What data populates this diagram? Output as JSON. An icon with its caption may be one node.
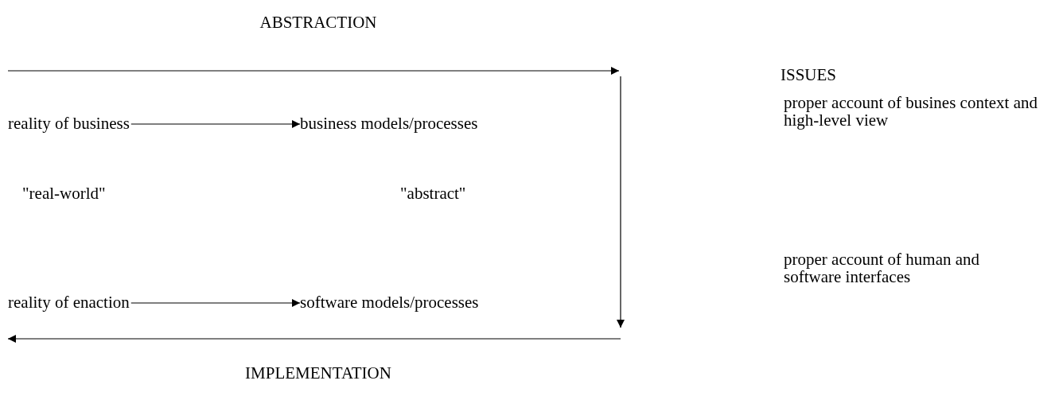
{
  "diagram": {
    "nodes": [
      {
        "text": [
          "reality of business"
        ]
      },
      {
        "text": [
          "business models/processes"
        ]
      },
      {
        "text": [
          "reality of enaction"
        ]
      },
      {
        "text": [
          "software models/processes"
        ]
      }
    ],
    "edges": [
      {
        "from": 0,
        "to": 1,
        "arrow": "to"
      },
      {
        "from": 2,
        "to": 3,
        "arrow": "to"
      }
    ],
    "labels": [
      "ABSTRACTION",
      "ISSUES",
      "proper account of busines context and high-level view",
      "\"real-world\"",
      "\"abstract\"",
      "proper account of human and software interfaces",
      "IMPLEMENTATION"
    ]
  }
}
